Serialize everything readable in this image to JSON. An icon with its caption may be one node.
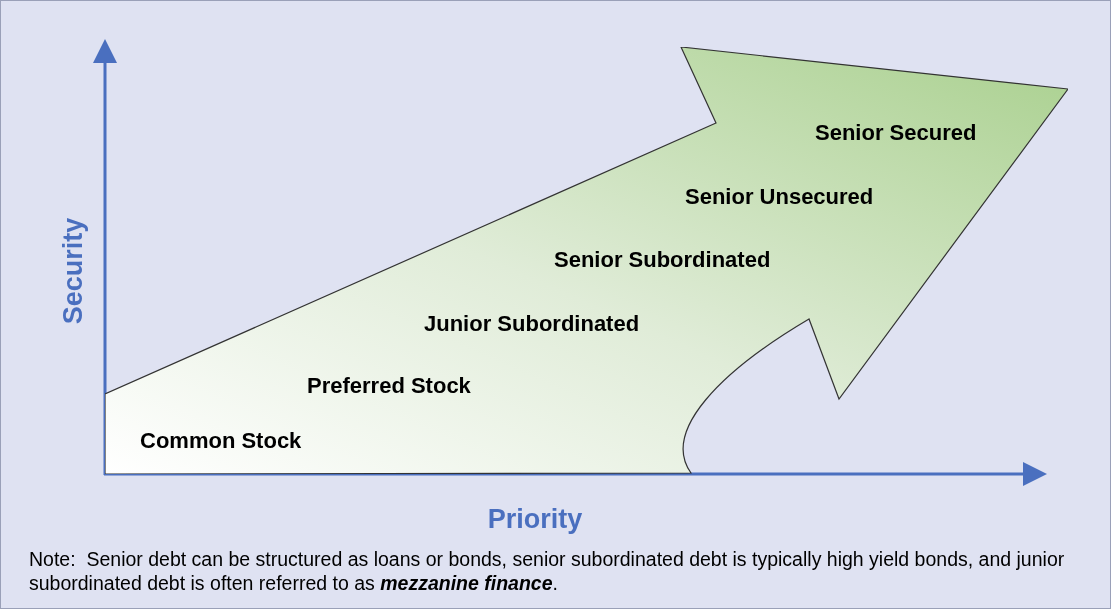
{
  "diagram": {
    "nodes": [
      {
        "text": [
          "Senior Secured",
          "Senior Unsecured",
          "Senior Subordinated",
          "Junior Subordinated",
          "Preferred Stock",
          "Common Stock"
        ]
      }
    ],
    "labels": [
      "Security",
      "Priority",
      "Note:  Senior debt can be structured as loans or bonds, senior subordinated debt is typically high yield bonds, and junior subordinated debt is often referred to as **mezzanine finance**."
    ]
  }
}
